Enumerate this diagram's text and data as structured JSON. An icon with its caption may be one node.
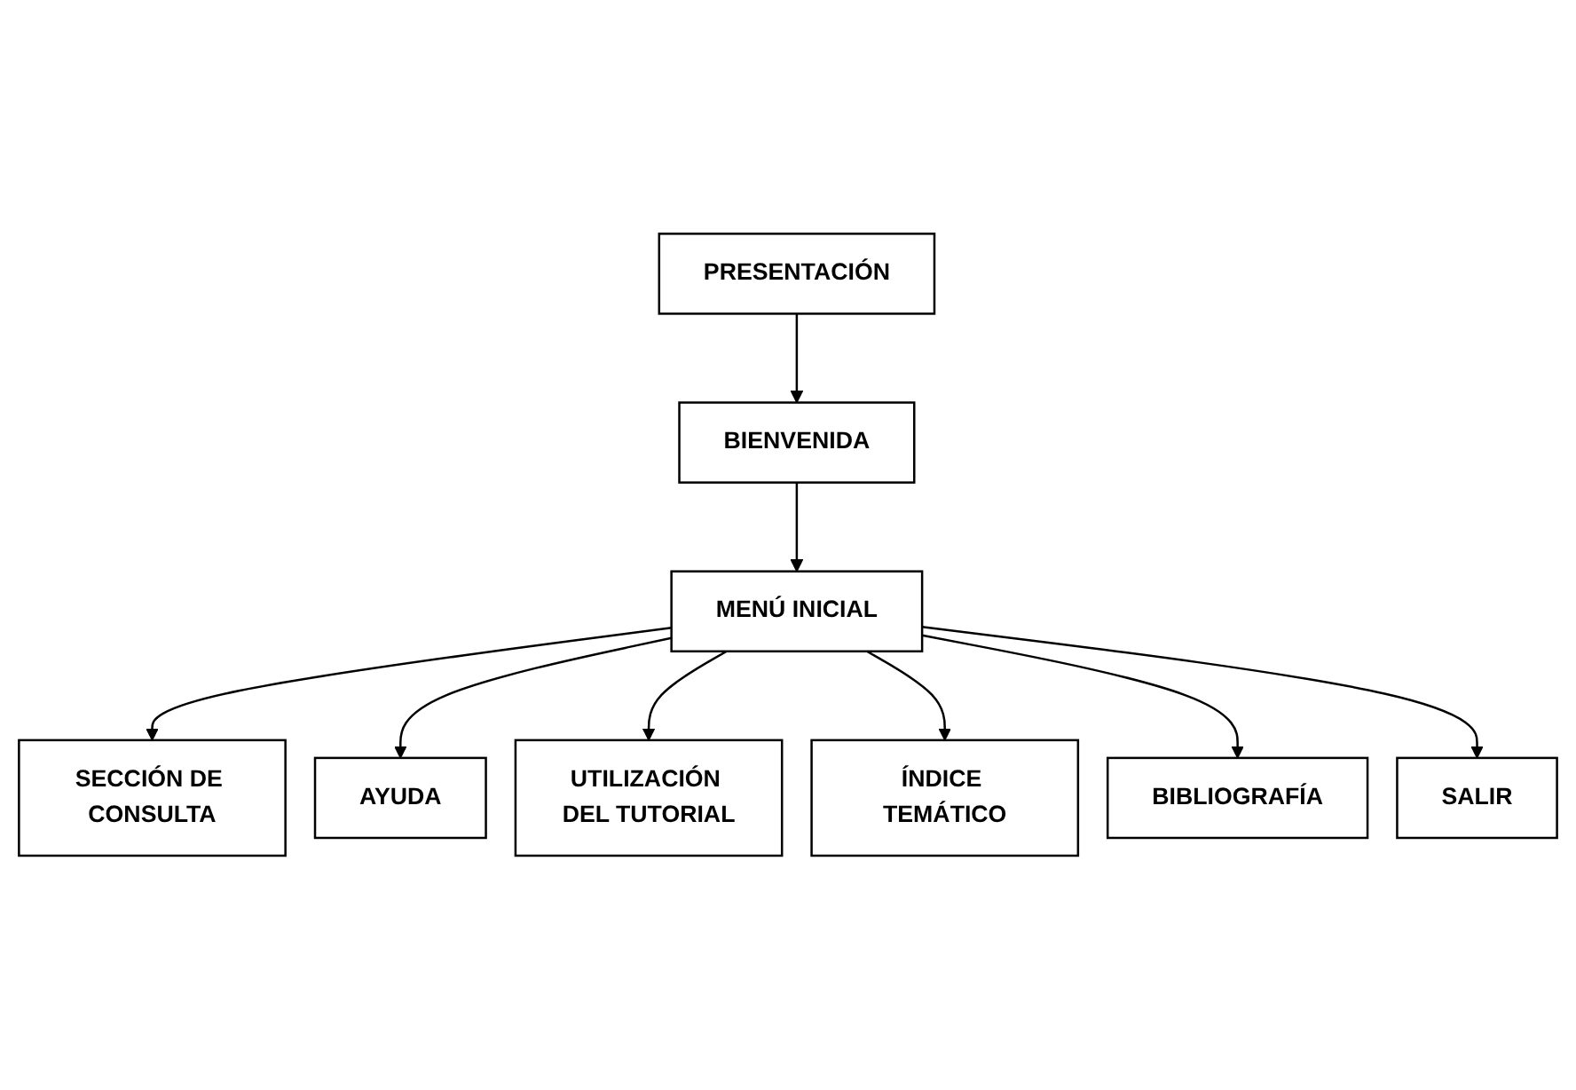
{
  "diagram": {
    "nodes": [
      {
        "text": [
          "PRESENTACIÓN"
        ]
      },
      {
        "text": [
          "BIENVENIDA"
        ]
      },
      {
        "text": [
          "MENÚ INICIAL"
        ]
      },
      {
        "text": [
          "SECCIÓN DE CONSULTA"
        ]
      },
      {
        "text": [
          "AYUDA"
        ]
      },
      {
        "text": [
          "UTILIZACIÓN DEL TUTORIAL"
        ]
      },
      {
        "text": [
          "ÍNDICE TEMÁTICO"
        ]
      },
      {
        "text": [
          "BIBLIOGRAFÍA"
        ]
      },
      {
        "text": [
          "SALIR"
        ]
      }
    ],
    "edges": [
      {
        "from": 0,
        "to": 1,
        "arrow": "to"
      },
      {
        "from": 1,
        "to": 2,
        "arrow": "to"
      },
      {
        "from": 2,
        "to": 3,
        "arrow": "to"
      },
      {
        "from": 2,
        "to": 4,
        "arrow": "to"
      },
      {
        "from": 2,
        "to": 5,
        "arrow": "to"
      },
      {
        "from": 2,
        "to": 6,
        "arrow": "to"
      },
      {
        "from": 2,
        "to": 7,
        "arrow": "to"
      },
      {
        "from": 2,
        "to": 8,
        "arrow": "to"
      }
    ]
  }
}
